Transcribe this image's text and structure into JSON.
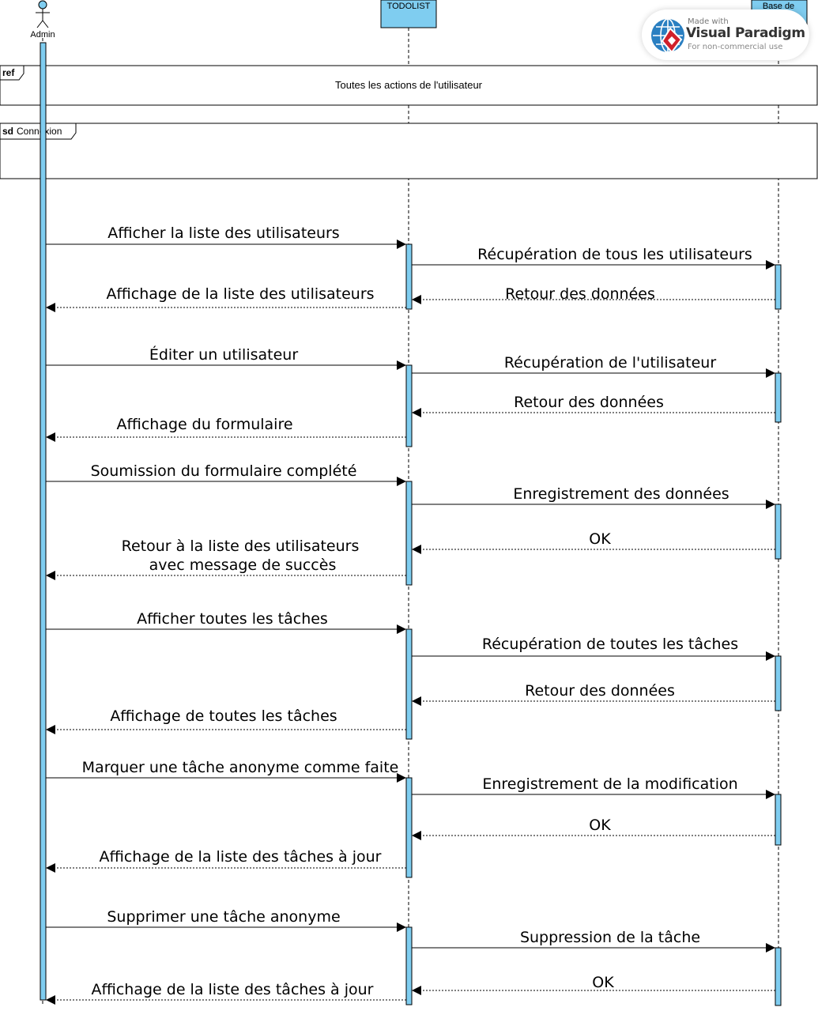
{
  "participants": {
    "admin": "Admin",
    "app": "TODOLIST",
    "db": "Base de"
  },
  "frames": {
    "ref": {
      "tag": "ref",
      "text": "Toutes les actions de l'utilisateur"
    },
    "sd": {
      "tag": "sd",
      "name": "Connexion"
    }
  },
  "messages": [
    {
      "label": "Afficher la liste des utilisateurs"
    },
    {
      "label": "Récupération de tous les utilisateurs"
    },
    {
      "label": "Retour des données"
    },
    {
      "label": "Affichage de la liste des utilisateurs"
    },
    {
      "label": "Éditer un utilisateur"
    },
    {
      "label": "Récupération de l'utilisateur"
    },
    {
      "label": "Retour des données"
    },
    {
      "label": "Affichage du formulaire"
    },
    {
      "label": "Soumission du formulaire complété"
    },
    {
      "label": "Enregistrement des données"
    },
    {
      "label": "OK"
    },
    {
      "label": "Retour à la liste des utilisateurs",
      "label2": "avec message de succès"
    },
    {
      "label": "Afficher toutes les tâches"
    },
    {
      "label": "Récupération de toutes les tâches"
    },
    {
      "label": "Retour des données"
    },
    {
      "label": "Affichage de toutes les tâches"
    },
    {
      "label": "Marquer une tâche anonyme comme faite"
    },
    {
      "label": "Enregistrement de la modification"
    },
    {
      "label": "OK"
    },
    {
      "label": "Affichage de la liste des tâches à jour"
    },
    {
      "label": "Supprimer une tâche anonyme"
    },
    {
      "label": "Suppression de la tâche"
    },
    {
      "label": "OK"
    },
    {
      "label": "Affichage de la liste des tâches à jour"
    }
  ],
  "watermark": {
    "made_with": "Made with",
    "brand": "Visual Paradigm",
    "sub": "For non-commercial use"
  },
  "colors": {
    "activation": "#7fcdf0",
    "line": "#000000"
  }
}
